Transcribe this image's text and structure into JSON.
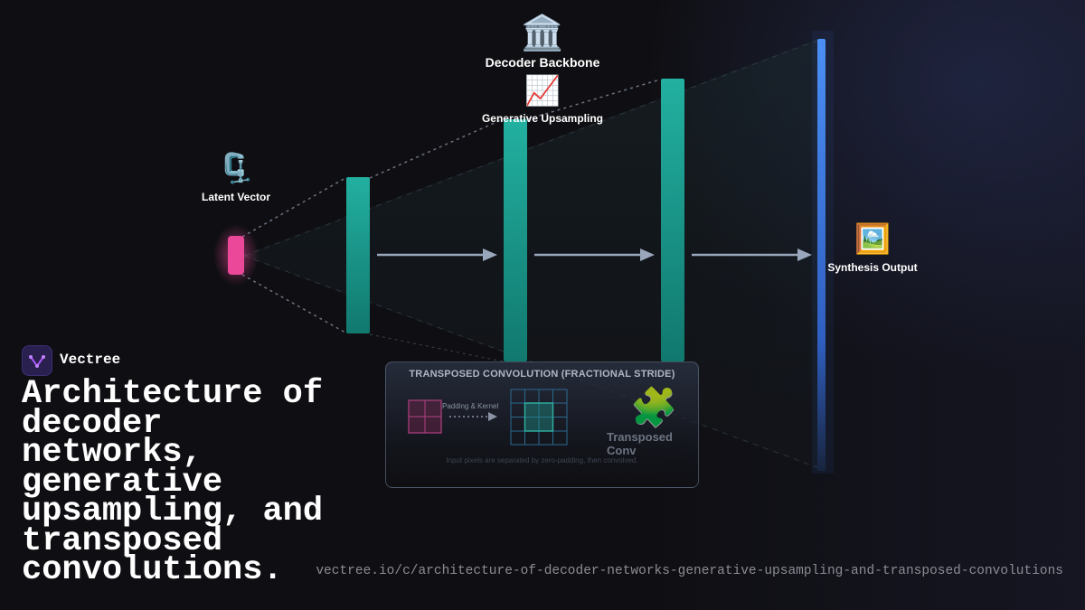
{
  "diagram": {
    "backbone": {
      "icon": "classical-building-icon",
      "glyph": "🏛️",
      "label": "Decoder Backbone"
    },
    "upsampling": {
      "icon": "chart-increasing-icon",
      "glyph": "📈",
      "label": "Generative Upsampling"
    },
    "latent": {
      "icon": "clamp-icon",
      "glyph": "🗜️",
      "label": "Latent Vector",
      "color": "#ec4899"
    },
    "output": {
      "icon": "framed-picture-icon",
      "glyph": "🖼️",
      "label": "Synthesis Output",
      "color": "#3b82f6"
    },
    "layer_color": "#14b8a6"
  },
  "conv_panel": {
    "title": "TRANSPOSED CONVOLUTION (FRACTIONAL STRIDE)",
    "arrow_label": "Padding & Kernel",
    "icon": "puzzle-piece-icon",
    "glyph": "🧩",
    "name": "Transposed Conv",
    "note": "Input pixels are separated by zero-padding, then convolved."
  },
  "brand": {
    "name": "Vectree",
    "accent": "#a855f7"
  },
  "headline": "Architecture of decoder networks, generative upsampling, and transposed convolutions.",
  "url": "vectree.io/c/architecture-of-decoder-networks-generative-upsampling-and-transposed-convolutions"
}
